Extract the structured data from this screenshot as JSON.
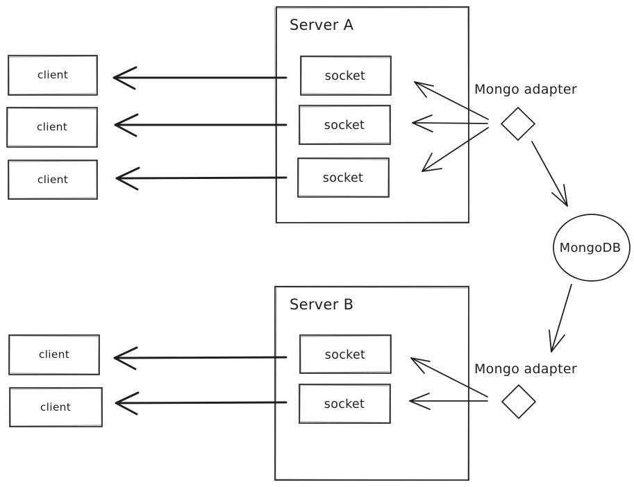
{
  "diagram": {
    "background_color": "#ffffff",
    "stroke_color": "#1e1e1e",
    "server_a": {
      "label": "Server A",
      "sockets": [
        "socket",
        "socket",
        "socket"
      ]
    },
    "server_b": {
      "label": "Server B",
      "sockets": [
        "socket",
        "socket"
      ]
    },
    "clients_top": [
      "client",
      "client",
      "client"
    ],
    "clients_bottom": [
      "client",
      "client"
    ],
    "adapter_top": {
      "label": "Mongo adapter"
    },
    "adapter_bottom": {
      "label": "Mongo adapter"
    },
    "database": {
      "label": "MongoDB"
    }
  }
}
